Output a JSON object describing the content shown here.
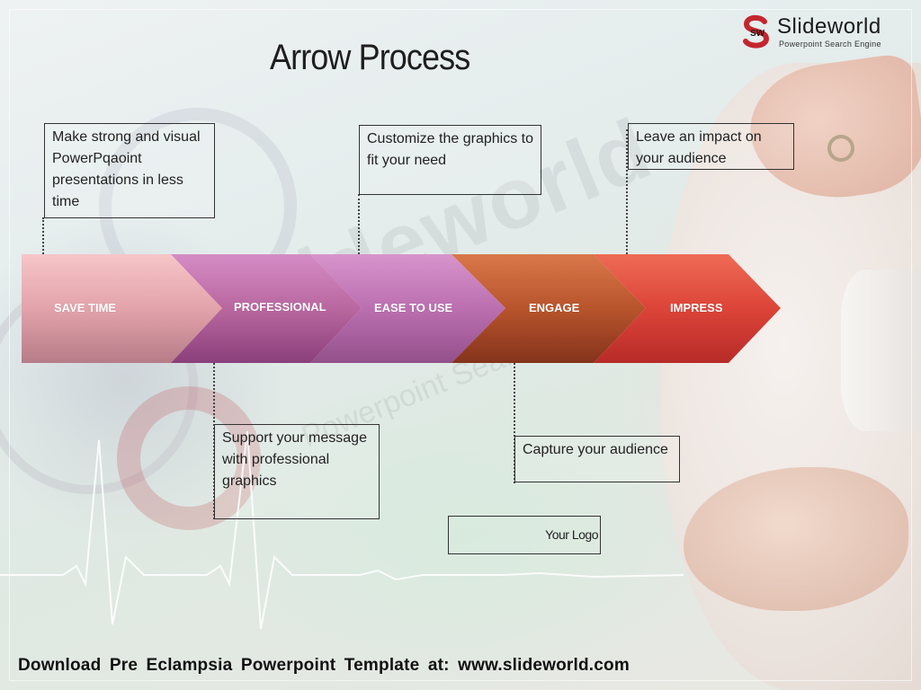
{
  "slide": {
    "title": "Arrow Process",
    "brand": {
      "name": "Slideworld",
      "tagline": "Powerpoint Search Engine",
      "mark_letters": "SW"
    },
    "watermark": {
      "name": "Slideworld",
      "tagline": "Powerpoint Search Engine"
    },
    "steps": [
      {
        "label": "SAVE TIME",
        "color_start": "#f2b8bc",
        "color_end": "#c88f98"
      },
      {
        "label": "PROFESSIONAL",
        "color_start": "#c57bb5",
        "color_end": "#9c4d8a"
      },
      {
        "label": "EASE TO USE",
        "color_start": "#c77bb9",
        "color_end": "#a45a98"
      },
      {
        "label": "ENGAGE",
        "color_start": "#c7683a",
        "color_end": "#8f3a1f"
      },
      {
        "label": "IMPRESS",
        "color_start": "#e0503a",
        "color_end": "#c9302b"
      }
    ],
    "callouts": {
      "save_time": "Make strong and visual PowerPqaoint presentations in less time",
      "ease_to_use": "Customize the graphics to fit your need",
      "impress": "Leave an impact on your audience",
      "professional": "Support your message with professional graphics",
      "engage": "Capture your audience"
    },
    "logo_placeholder": "Your Logo",
    "footer": "Download Pre Eclampsia Powerpoint Template at: www.slideworld.com"
  }
}
